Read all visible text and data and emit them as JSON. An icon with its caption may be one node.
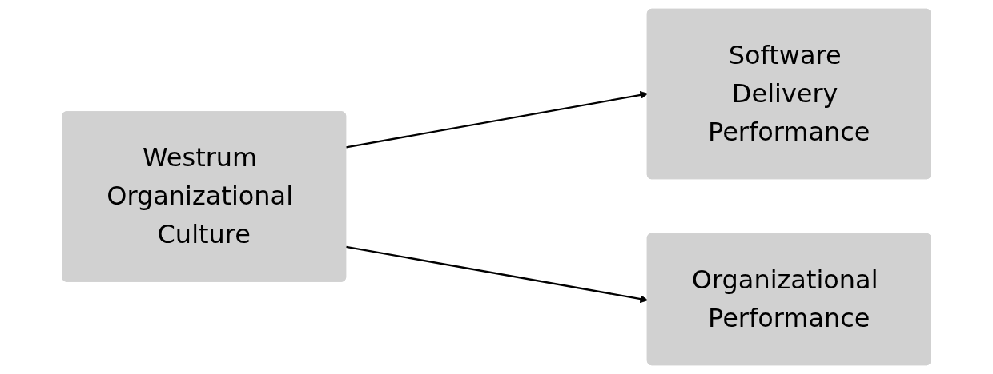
{
  "diagram": {
    "nodes": [
      {
        "text": [
          "Westrum Organizational Culture"
        ]
      },
      {
        "text": [
          "Software Delivery Performance"
        ]
      },
      {
        "text": [
          "Organizational Performance"
        ]
      }
    ],
    "edges": [
      {
        "from": 0,
        "to": 1,
        "arrow": "to"
      },
      {
        "from": 0,
        "to": 2,
        "arrow": "to"
      }
    ]
  }
}
